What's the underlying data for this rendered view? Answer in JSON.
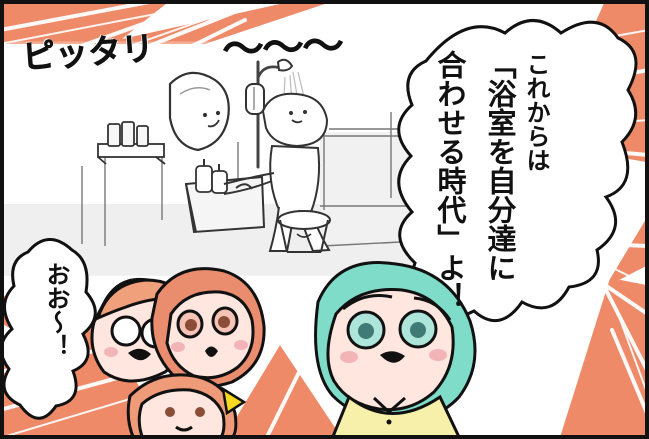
{
  "page": {
    "background": "#ffffff",
    "accent": "#f0876a",
    "line": "#111111"
  },
  "speech": {
    "line1": "これからは",
    "line2": "「浴室を自分達に",
    "line3": "合わせる時代」よ！",
    "reaction": "おお〜！"
  },
  "sfx": {
    "label": "ピッタリ",
    "tilde": "〜〜〜"
  },
  "palette": {
    "skin": "#ffe6de",
    "hair_red": "#ea8d6f",
    "hair_orange": "#f0a07b",
    "hair_teal": "#7fdcc8",
    "bg_peach": "#ef8a69",
    "shirt": "#f7f0ab",
    "cheek": "#f3b4b8",
    "room_gray": "#efefef",
    "dark_gray": "#555555"
  },
  "icons": {
    "shower": "shower-icon",
    "mirror": "mirror-icon",
    "stool": "stool-icon",
    "bottle": "bottle-icon"
  }
}
